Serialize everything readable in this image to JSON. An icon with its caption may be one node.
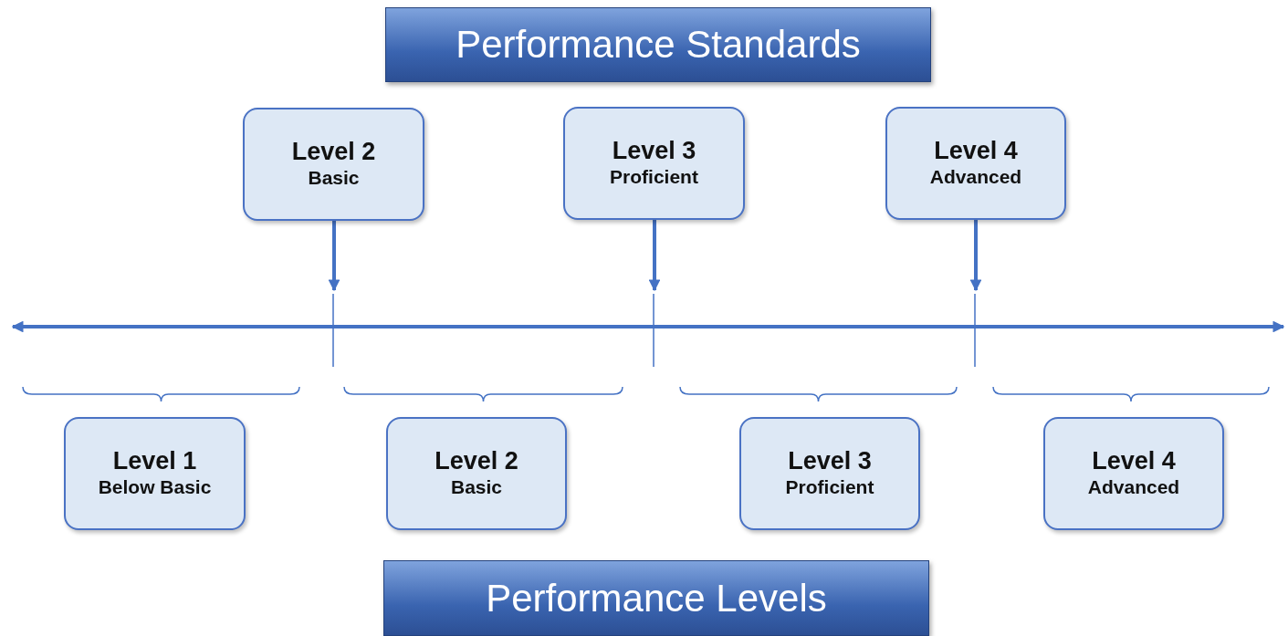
{
  "diagram": {
    "nodes": [
      {
        "text": [
          "Performance Standards"
        ]
      },
      {
        "text": [
          "Level 2",
          "Basic"
        ]
      },
      {
        "text": [
          "Level 3",
          "Proficient"
        ]
      },
      {
        "text": [
          "Level 4",
          "Advanced"
        ]
      },
      {
        "text": [
          "Level 1",
          "Below Basic"
        ]
      },
      {
        "text": [
          "Level 2",
          "Basic"
        ]
      },
      {
        "text": [
          "Level 3",
          "Proficient"
        ]
      },
      {
        "text": [
          "Level 4",
          "Advanced"
        ]
      },
      {
        "text": [
          "Performance Levels"
        ]
      }
    ],
    "edges": [
      {
        "from": 1,
        "to": null,
        "arrow": "to"
      },
      {
        "from": 2,
        "to": null,
        "arrow": "to"
      },
      {
        "from": 3,
        "to": null,
        "arrow": "to"
      }
    ]
  }
}
